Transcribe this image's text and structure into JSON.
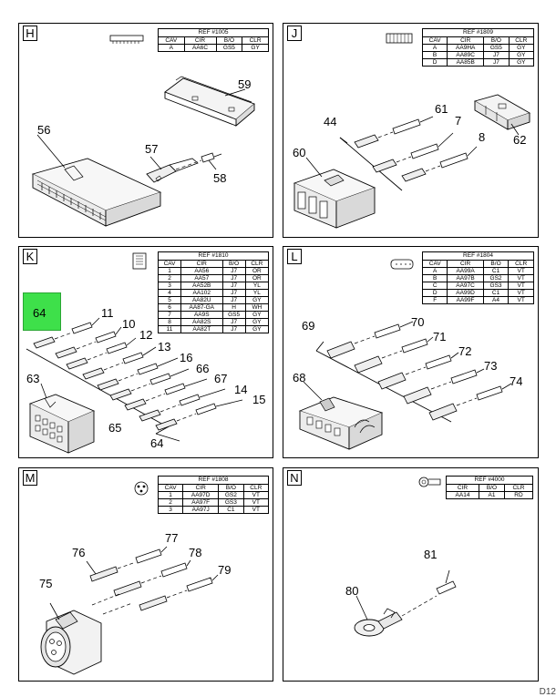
{
  "panels": {
    "H": {
      "letter": "H",
      "ref": "REF #1005",
      "headers": [
        "CAV",
        "CIR",
        "B/O",
        "CLR"
      ],
      "rows": [
        [
          "A",
          "AA6C",
          "GS5",
          "GY"
        ]
      ],
      "callouts": [
        "59",
        "56",
        "57",
        "58"
      ]
    },
    "J": {
      "letter": "J",
      "ref": "REF #1809",
      "headers": [
        "CAV",
        "CIR",
        "B/O",
        "CLR"
      ],
      "rows": [
        [
          "A",
          "AA9HA",
          "GS5",
          "GY"
        ],
        [
          "B",
          "AA89C",
          "J7",
          "GY"
        ],
        [
          "D",
          "AA85B",
          "J7",
          "GY"
        ]
      ],
      "callouts": [
        "61",
        "44",
        "7",
        "8",
        "60",
        "62"
      ]
    },
    "K": {
      "letter": "K",
      "ref": "REF #1810",
      "headers": [
        "CAV",
        "CIR",
        "B/O",
        "CLR"
      ],
      "rows": [
        [
          "1",
          "AA56",
          "J7",
          "OR"
        ],
        [
          "2",
          "AA57",
          "J7",
          "OR"
        ],
        [
          "3",
          "AA52B",
          "J7",
          "YL"
        ],
        [
          "4",
          "AA102",
          "J7",
          "YL"
        ],
        [
          "5",
          "AA82U",
          "J7",
          "GY"
        ],
        [
          "6",
          "AA87-GA",
          "H",
          "WH"
        ],
        [
          "7",
          "AA9S",
          "GS5",
          "GY"
        ],
        [
          "8",
          "AA82S",
          "J7",
          "GY"
        ],
        [
          "11",
          "AA82T",
          "J7",
          "GY"
        ]
      ],
      "callouts": [
        "64",
        "11",
        "10",
        "12",
        "13",
        "16",
        "66",
        "67",
        "14",
        "15",
        "63",
        "65",
        "64"
      ]
    },
    "L": {
      "letter": "L",
      "ref": "REF #1804",
      "headers": [
        "CAV",
        "CIR",
        "B/O",
        "CLR"
      ],
      "rows": [
        [
          "A",
          "AA99A",
          "C1",
          "VT"
        ],
        [
          "B",
          "AA97B",
          "GS2",
          "VT"
        ],
        [
          "C",
          "AA97C",
          "GS3",
          "VT"
        ],
        [
          "D",
          "AA99D",
          "C1",
          "VT"
        ],
        [
          "F",
          "AA99F",
          "A4",
          "VT"
        ]
      ],
      "callouts": [
        "70",
        "69",
        "71",
        "72",
        "73",
        "74",
        "68"
      ]
    },
    "M": {
      "letter": "M",
      "ref": "REF #1808",
      "headers": [
        "CAV",
        "CIR",
        "B/O",
        "CLR"
      ],
      "rows": [
        [
          "1",
          "AA97D",
          "GS2",
          "VT"
        ],
        [
          "2",
          "AA97F",
          "GS3",
          "VT"
        ],
        [
          "3",
          "AA97J",
          "C1",
          "VT"
        ]
      ],
      "callouts": [
        "77",
        "76",
        "78",
        "79",
        "75"
      ]
    },
    "N": {
      "letter": "N",
      "ref": "REF #4000",
      "headers": [
        "CIR",
        "B/O",
        "CLR"
      ],
      "rows": [
        [
          "AA14",
          "A1",
          "RD"
        ]
      ],
      "callouts": [
        "81",
        "80"
      ]
    }
  },
  "footer": "D12",
  "highlight_color": "#3ee04a"
}
